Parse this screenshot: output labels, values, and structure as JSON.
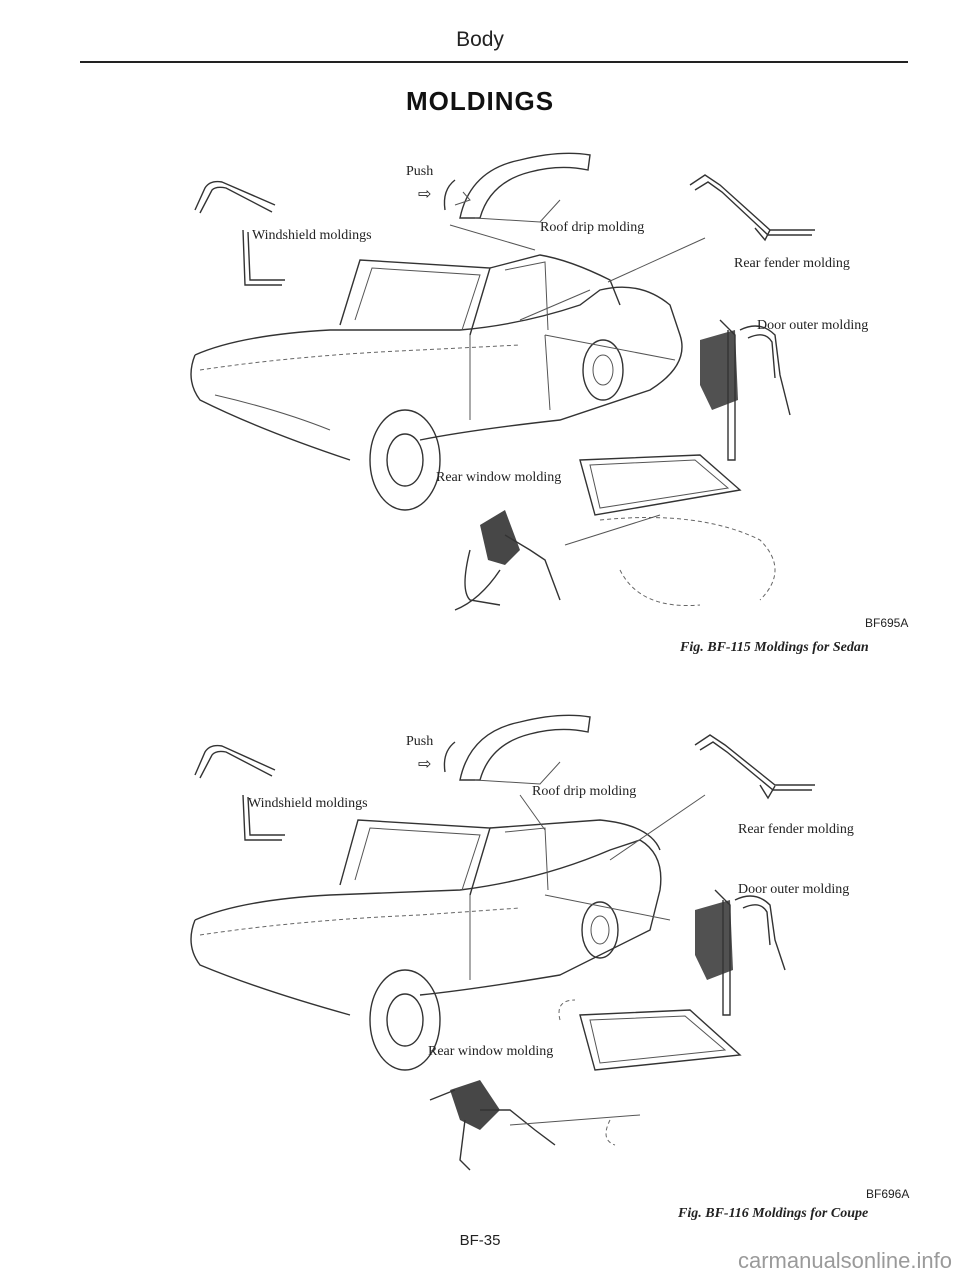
{
  "page": {
    "header": "Body",
    "title": "MOLDINGS",
    "page_number": "BF-35",
    "watermark": "carmanualsonline.info"
  },
  "figures": [
    {
      "labels": {
        "push": "Push",
        "windshield": "Windshield moldings",
        "roof_drip": "Roof drip molding",
        "rear_fender": "Rear fender molding",
        "door_outer": "Door outer molding",
        "rear_window": "Rear window molding"
      },
      "code": "BF695A",
      "caption": "Fig. BF-115 Moldings for Sedan"
    },
    {
      "labels": {
        "push": "Push",
        "windshield": "Windshield moldings",
        "roof_drip": "Roof drip molding",
        "rear_fender": "Rear fender molding",
        "door_outer": "Door outer molding",
        "rear_window": "Rear window molding"
      },
      "code": "BF696A",
      "caption": "Fig. BF-116 Moldings for Coupe"
    }
  ]
}
